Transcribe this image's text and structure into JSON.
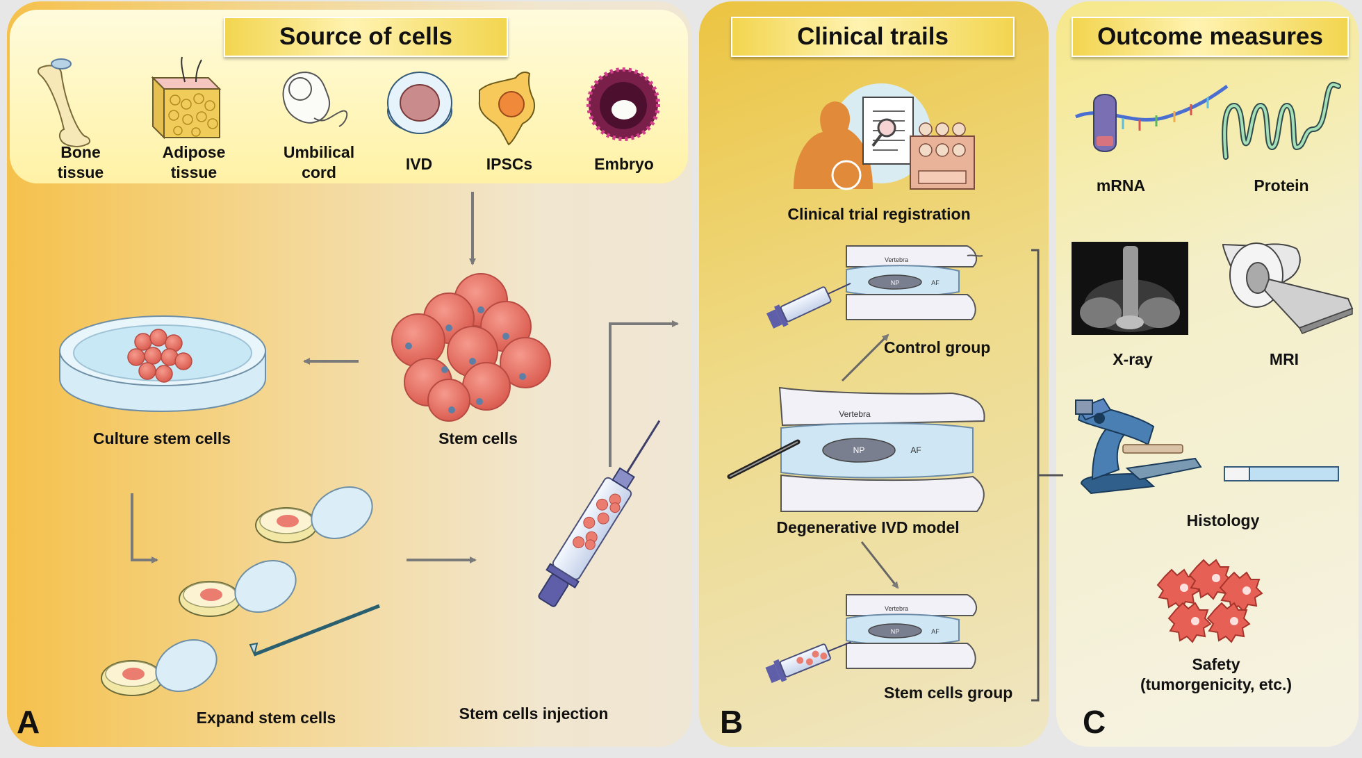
{
  "panels": {
    "a": {
      "title": "Source of cells",
      "letter": "A",
      "sources": [
        "Bone\ntissue",
        "Adipose\ntissue",
        "Umbilical\ncord",
        "IVD",
        "IPSCs",
        "Embryo"
      ],
      "steps": {
        "stem_cells": "Stem cells",
        "culture": "Culture stem cells",
        "expand": "Expand stem cells",
        "injection": "Stem cells injection"
      }
    },
    "b": {
      "title": "Clinical trails",
      "letter": "B",
      "registration": "Clinical trial registration",
      "control_group": "Control group",
      "model": "Degenerative IVD model",
      "stem_group": "Stem cells group",
      "disc_labels": {
        "vertebra": "Vertebra",
        "np": "NP",
        "af": "AF"
      }
    },
    "c": {
      "title": "Outcome measures",
      "letter": "C",
      "measures": {
        "mrna": "mRNA",
        "protein": "Protein",
        "xray": "X-ray",
        "mri": "MRI",
        "histology": "Histology",
        "safety": "Safety\n(tumorgenicity, etc.)"
      }
    }
  },
  "colors": {
    "cell_fill": "#ea7c70",
    "cell_nucleus": "#5d7fa6",
    "dish": "#c9e8f5",
    "arrow": "#7a7a7a",
    "syringe": "#5e5fa8"
  }
}
